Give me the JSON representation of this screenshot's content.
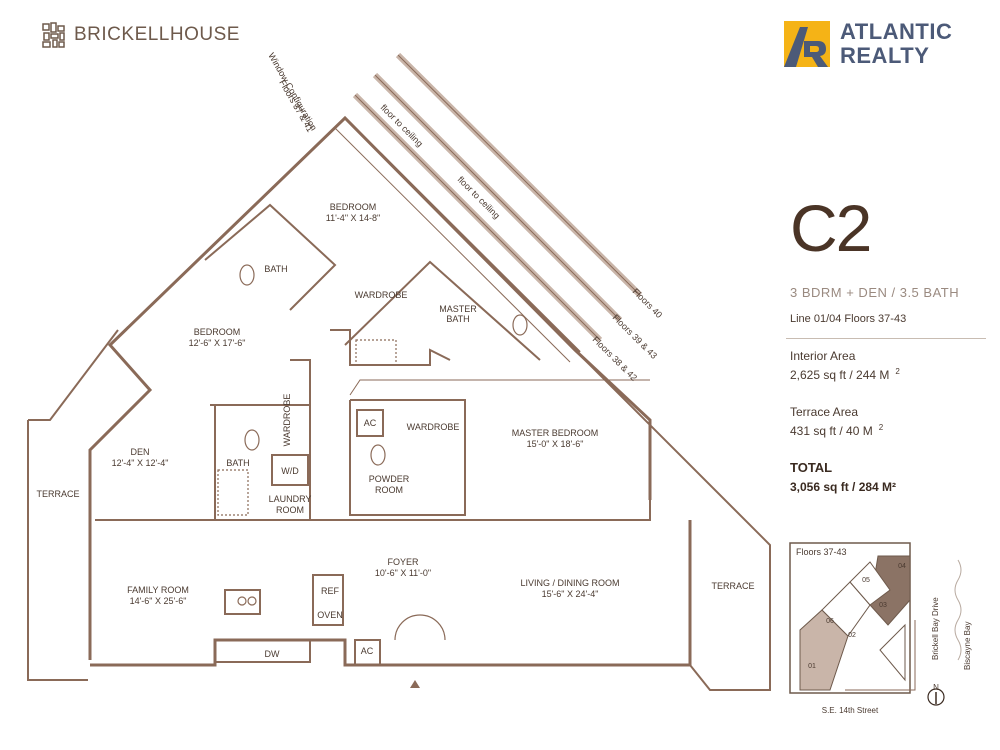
{
  "branding": {
    "building_name": "BRICKELLHOUSE",
    "realty_line1": "ATLANTIC",
    "realty_line2": "REALTY",
    "colors": {
      "realty_yellow": "#f5b316",
      "realty_blue": "#4c5a78",
      "plan_line": "#8a6a58",
      "highlight_unit": "#8b7365",
      "keyplate_fill": "#c9b5a9"
    }
  },
  "unit": {
    "code": "C2",
    "type": "3 BDRM + DEN  / 3.5 BATH",
    "line_floors": "Line 01/04  Floors 37-43",
    "interior_label": "Interior Area",
    "interior_value": "2,625 sq ft / 244 M",
    "interior_sup": "2",
    "terrace_label": "Terrace Area",
    "terrace_value": "431 sq ft / 40 M",
    "terrace_sup": "2",
    "total_label": "TOTAL",
    "total_value": "3,056 sq ft / 284 M²"
  },
  "rooms": {
    "bedroom_top": "BEDROOM",
    "bedroom_top_dim": "11'-4\" X 14-8\"",
    "bath_top": "BATH",
    "wardrobe_top": "WARDROBE",
    "master_bath": "MASTER",
    "master_bath2": "BATH",
    "bedroom_left": "BEDROOM",
    "bedroom_left_dim": "12'-6\" X 17'-6\"",
    "wardrobe_vert": "WARDROBE",
    "den": "DEN",
    "den_dim": "12'-4\" X 12'-4\"",
    "bath_mid": "BATH",
    "wd": "W/D",
    "laundry": "LAUNDRY",
    "laundry2": "ROOM",
    "ac_top": "AC",
    "wardrobe_mid": "WARDROBE",
    "powder": "POWDER",
    "powder2": "ROOM",
    "master_bedroom": "MASTER BEDROOM",
    "master_bedroom_dim": "15'-0\" X 18'-6\"",
    "terrace_left": "TERRACE",
    "terrace_right": "TERRACE",
    "foyer": "FOYER",
    "foyer_dim": "10'-6\" X 11'-0\"",
    "family_room": "FAMILY ROOM",
    "family_room_dim": "14'-6\" X 25'-6\"",
    "ref": "REF",
    "oven": "OVEN",
    "living": "LIVING / DINING ROOM",
    "living_dim": "15'-6\" X 24'-4\"",
    "dw": "DW",
    "ac_bottom": "AC"
  },
  "annotations": {
    "window_config1": "Window Configuration",
    "window_config2": "Floors 37 & 41",
    "floor_to_ceiling_1": "floor to ceiling",
    "floor_to_ceiling_2": "floor to ceiling",
    "floors_40": "Floors 40",
    "floors_39_43": "Floors 39 & 43",
    "floors_38_42": "Floors 38 & 42"
  },
  "keyplan": {
    "title": "Floors 37-43",
    "units": [
      "01",
      "02",
      "03",
      "04",
      "05",
      "06"
    ],
    "street_bottom": "S.E. 14th Street",
    "street_right": "Brickell Bay Drive",
    "water": "Biscayne Bay",
    "north": "N"
  }
}
